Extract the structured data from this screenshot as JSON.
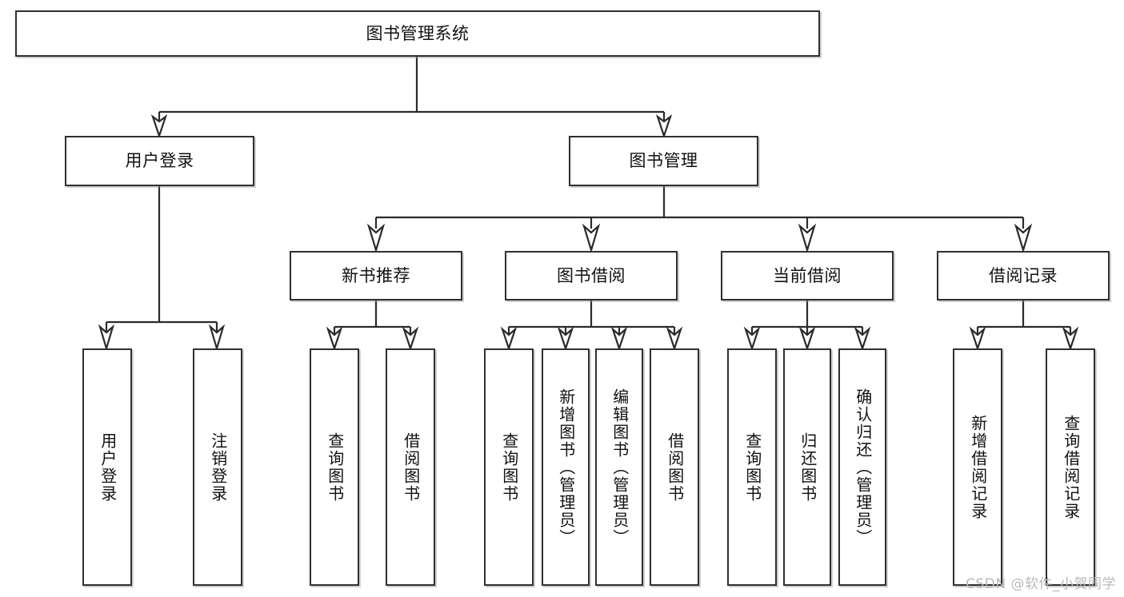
{
  "diagram": {
    "title": "图书管理系统",
    "watermark": "CSDN @软件_小贺同学",
    "root": {
      "label": "图书管理系统"
    },
    "level2": [
      {
        "label": "用户登录"
      },
      {
        "label": "图书管理"
      }
    ],
    "level3": [
      {
        "label": "新书推荐"
      },
      {
        "label": "图书借阅"
      },
      {
        "label": "当前借阅"
      },
      {
        "label": "借阅记录"
      }
    ],
    "leaves": {
      "user_login": [
        {
          "label": "用户登录"
        },
        {
          "label": "注销登录"
        }
      ],
      "new_book": [
        {
          "label": "查询图书"
        },
        {
          "label": "借阅图书"
        }
      ],
      "book_borrow": [
        {
          "label": "查询图书"
        },
        {
          "label": "新增图书（管理员）"
        },
        {
          "label": "编辑图书（管理员）"
        },
        {
          "label": "借阅图书"
        }
      ],
      "current_borrow": [
        {
          "label": "查询图书"
        },
        {
          "label": "归还图书"
        },
        {
          "label": "确认归还（管理员）"
        }
      ],
      "borrow_record": [
        {
          "label": "新增借阅记录"
        },
        {
          "label": "查询借阅记录"
        }
      ]
    }
  }
}
